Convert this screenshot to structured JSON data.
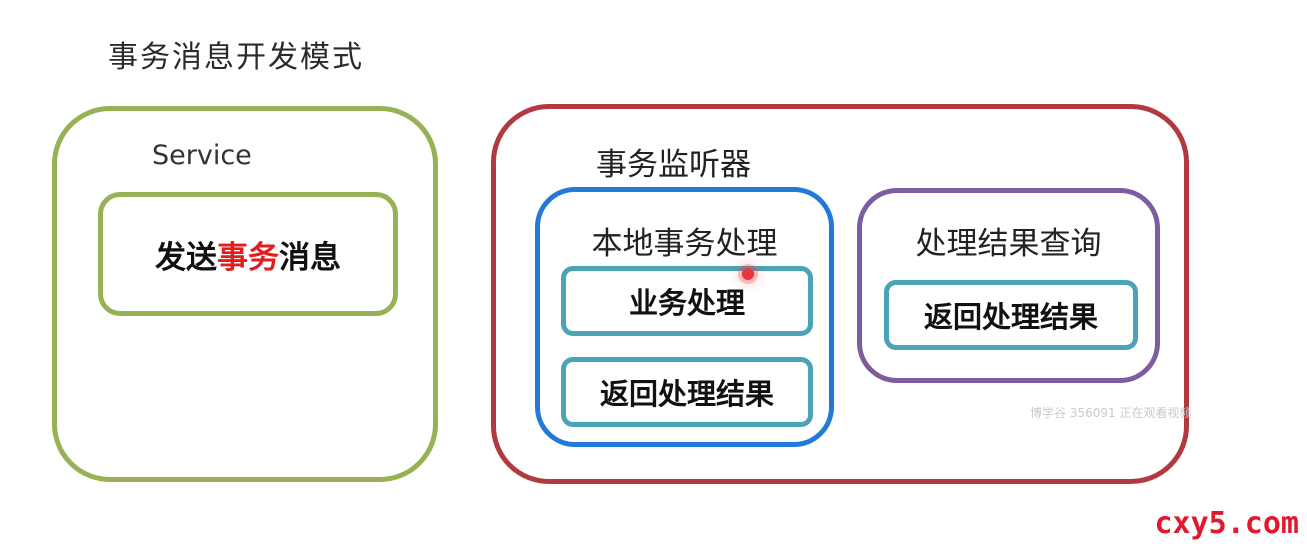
{
  "title": "事务消息开发模式",
  "service": {
    "label": "Service",
    "send_prefix": "发送",
    "send_highlight": "事务",
    "send_suffix": "消息",
    "colors": {
      "border": "#97b155",
      "highlight": "#e11d1d"
    }
  },
  "listener": {
    "label": "事务监听器",
    "color": "#b2393f",
    "local": {
      "label": "本地事务处理",
      "color": "#2379d8",
      "items": [
        "业务处理",
        "返回处理结果"
      ],
      "item_color": "#4aa3b6"
    },
    "query": {
      "label": "处理结果查询",
      "color": "#7d5d9f",
      "items": [
        "返回处理结果"
      ]
    }
  },
  "watermarks": {
    "viewer": "博学谷 356091 正在观看视频",
    "site": "cxy5.com"
  }
}
